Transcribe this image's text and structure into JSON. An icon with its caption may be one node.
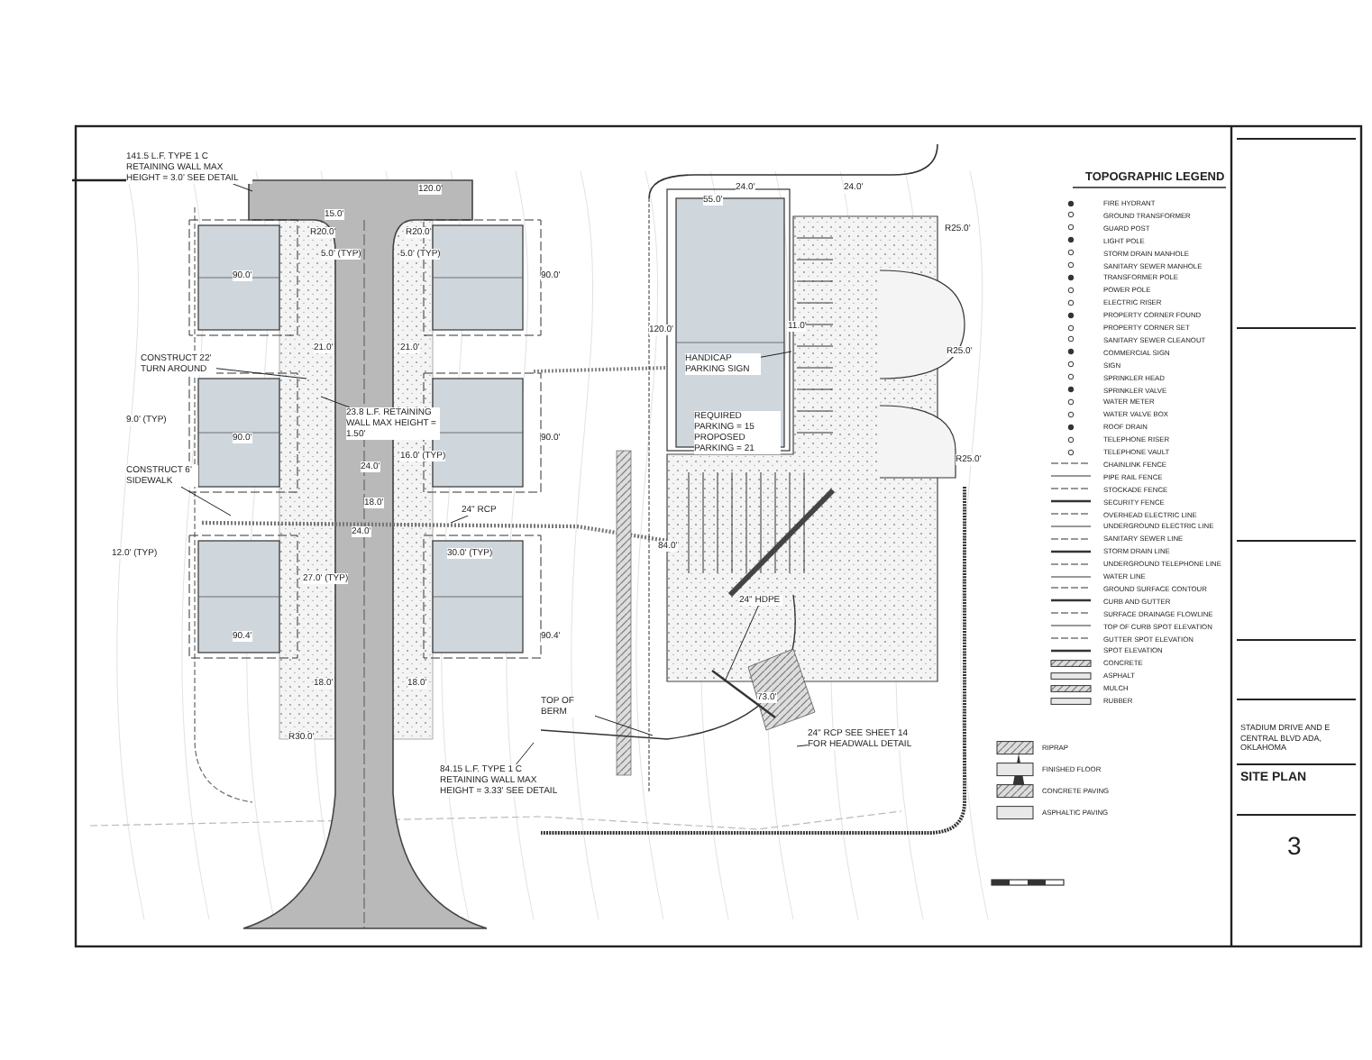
{
  "diagram": {
    "caption": "SITE PLAN",
    "nodes": [
      {
        "text": [
          "141.5 L.F. TYPE 1 C RETAINING WALL MAX HEIGHT = 3.0' SEE DETAIL"
        ]
      },
      {
        "text": [
          "CONSTRUCT 22' TURN AROUND"
        ]
      },
      {
        "text": [
          "23.8 L.F. RETAINING WALL MAX HEIGHT = 1.50'"
        ]
      },
      {
        "text": [
          "CONSTRUCT 6' SIDEWALK"
        ]
      },
      {
        "text": [
          "HANDICAP PARKING SIGN"
        ]
      },
      {
        "text": [
          "84.15 L.F. TYPE 1 C RETAINING WALL MAX HEIGHT = 3.33' SEE DETAIL"
        ]
      },
      {
        "text": [
          "TOP OF BERM"
        ]
      },
      {
        "text": [
          "24\" HDPE"
        ]
      },
      {
        "text": [
          "24\" RCP SEE SHEET 14 FOR HEADWALL DETAIL"
        ]
      },
      {
        "text": [
          "24\" RCP"
        ]
      }
    ],
    "edges": [
      {
        "from": 0,
        "to": null,
        "arrow": "none"
      },
      {
        "from": 1,
        "to": null,
        "arrow": "none"
      },
      {
        "from": 2,
        "to": null,
        "arrow": "none"
      },
      {
        "from": 3,
        "to": null,
        "arrow": "none"
      },
      {
        "from": 4,
        "to": null,
        "arrow": "none"
      },
      {
        "from": 5,
        "to": null,
        "arrow": "none"
      },
      {
        "from": 6,
        "to": null,
        "arrow": "none"
      },
      {
        "from": 7,
        "to": null,
        "arrow": "none"
      },
      {
        "from": 8,
        "to": null,
        "arrow": "none"
      },
      {
        "from": 9,
        "to": null,
        "arrow": "none"
      }
    ],
    "labels": [
      "15.0'",
      "120.0'",
      "R20.0'",
      "R20.0'",
      "5.0' (TYP)",
      "5.0' (TYP)",
      "90.0'",
      "90.0'",
      "21.0'",
      "21.0'",
      "9.0' (TYP)",
      "90.0'",
      "90.0'",
      "16.0' (TYP)",
      "24.0'",
      "18.0'",
      "24.0'",
      "12.0' (TYP)",
      "30.0' (TYP)",
      "27.0' (TYP)",
      "90.4'",
      "90.4'",
      "18.0'",
      "18.0'",
      "R30.0'",
      "24.0'",
      "55.0'",
      "24.0'",
      "R25.0'",
      "R25.0'",
      "R25.0'",
      "120.0'",
      "11.0'",
      "84.0'",
      "73.0'",
      "REQUIRED PARKING = 15 PROPOSED PARKING = 21",
      "TOPOGRAPHIC LEGEND",
      "STADIUM DRIVE AND E CENTRAL BLVD ADA, OKLAHOMA",
      "3"
    ],
    "legend": [
      {
        "text": "FIRE HYDRANT"
      },
      {
        "text": "GROUND TRANSFORMER"
      },
      {
        "text": "GUARD POST"
      },
      {
        "text": "LIGHT POLE"
      },
      {
        "text": "STORM DRAIN MANHOLE"
      },
      {
        "text": "SANITARY SEWER MANHOLE"
      },
      {
        "text": "TRANSFORMER POLE"
      },
      {
        "text": "POWER POLE"
      },
      {
        "text": "ELECTRIC RISER"
      },
      {
        "text": "PROPERTY CORNER FOUND"
      },
      {
        "text": "PROPERTY CORNER SET"
      },
      {
        "text": "SANITARY SEWER CLEANOUT"
      },
      {
        "text": "COMMERCIAL SIGN"
      },
      {
        "text": "SIGN"
      },
      {
        "text": "SPRINKLER HEAD"
      },
      {
        "text": "SPRINKLER VALVE"
      },
      {
        "text": "WATER METER"
      },
      {
        "text": "WATER VALVE BOX"
      },
      {
        "text": "ROOF DRAIN"
      },
      {
        "text": "TELEPHONE RISER"
      },
      {
        "text": "TELEPHONE VAULT"
      },
      {
        "text": "CHAINLINK FENCE"
      },
      {
        "text": "PIPE RAIL FENCE"
      },
      {
        "text": "STOCKADE FENCE"
      },
      {
        "text": "SECURITY FENCE"
      },
      {
        "text": "OVERHEAD ELECTRIC LINE"
      },
      {
        "text": "UNDERGROUND ELECTRIC LINE"
      },
      {
        "text": "SANITARY SEWER LINE"
      },
      {
        "text": "STORM DRAIN LINE"
      },
      {
        "text": "UNDERGROUND TELEPHONE LINE"
      },
      {
        "text": "WATER LINE"
      },
      {
        "text": "GROUND SURFACE CONTOUR"
      },
      {
        "text": "CURB AND GUTTER"
      },
      {
        "text": "SURFACE DRAINAGE FLOWLINE"
      },
      {
        "text": "TOP OF CURB SPOT ELEVATION"
      },
      {
        "text": "GUTTER SPOT ELEVATION"
      },
      {
        "text": "SPOT ELEVATION"
      },
      {
        "text": "CONCRETE"
      },
      {
        "text": "ASPHALT"
      },
      {
        "text": "MULCH"
      },
      {
        "text": "RUBBER"
      },
      {
        "text": "RIPRAP"
      },
      {
        "text": "FINISHED FLOOR"
      },
      {
        "text": "CONCRETE PAVING"
      },
      {
        "text": "ASPHALTIC PAVING"
      }
    ]
  }
}
